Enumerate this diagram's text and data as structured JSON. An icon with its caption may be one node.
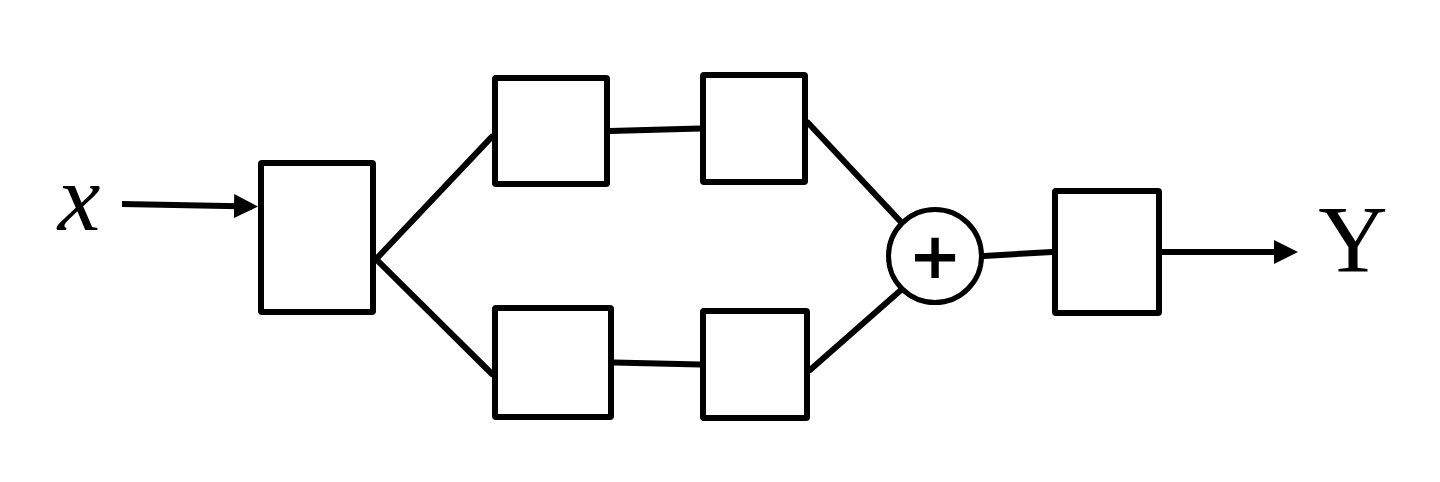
{
  "diagram": {
    "nodes": [
      {
        "text": [
          "x"
        ]
      },
      {
        "text": [],
        "shape": "box"
      },
      {
        "text": [],
        "shape": "box"
      },
      {
        "text": [],
        "shape": "box"
      },
      {
        "text": [],
        "shape": "box"
      },
      {
        "text": [],
        "shape": "box"
      },
      {
        "text": [
          "+"
        ]
      },
      {
        "text": [],
        "shape": "box"
      },
      {
        "text": [
          "Y"
        ]
      }
    ],
    "edges": [
      {
        "from": 0,
        "to": 1,
        "arrow": "to"
      },
      {
        "from": 1,
        "to": 2,
        "arrow": "none"
      },
      {
        "from": 1,
        "to": 4,
        "arrow": "none"
      },
      {
        "from": 2,
        "to": 3,
        "arrow": "none"
      },
      {
        "from": 4,
        "to": 5,
        "arrow": "none"
      },
      {
        "from": 3,
        "to": 6,
        "arrow": "none"
      },
      {
        "from": 5,
        "to": 6,
        "arrow": "none"
      },
      {
        "from": 6,
        "to": 7,
        "arrow": "none"
      },
      {
        "from": 7,
        "to": 8,
        "arrow": "to"
      }
    ]
  }
}
